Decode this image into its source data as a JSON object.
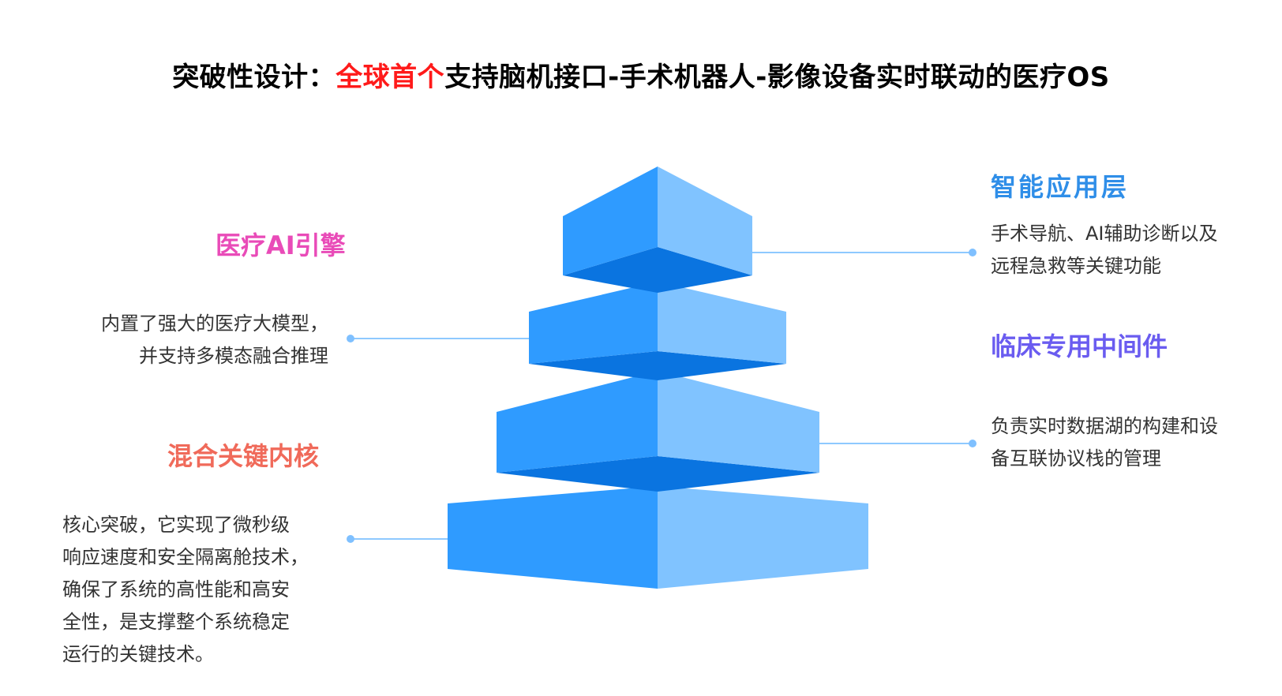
{
  "title": {
    "prefix": "突破性设计：",
    "highlight": "全球首个",
    "suffix": "支持脑机接口-手术机器人-影像设备实时联动的医疗OS"
  },
  "layers": {
    "app": {
      "title": "智能应用层",
      "desc_lines": [
        "手术导航、AI辅助诊断以及",
        "远程急救等关键功能"
      ]
    },
    "ai_engine": {
      "title": "医疗AI引擎",
      "desc_lines": [
        "内置了强大的医疗大模型，",
        "并支持多模态融合推理"
      ]
    },
    "middleware": {
      "title": "临床专用中间件",
      "desc_lines": [
        "负责实时数据湖的构建和设",
        "备互联协议栈的管理"
      ]
    },
    "kernel": {
      "title": "混合关键内核",
      "desc_lines": [
        "核心突破，它实现了微秒级",
        "响应速度和安全隔离舱技术，",
        "确保了系统的高性能和高安",
        "全性，是支撑整个系统稳定",
        "运行的关键技术。"
      ]
    }
  },
  "colors": {
    "title_highlight": "#ff1a1a",
    "app_heading": "#2f8ee8",
    "ai_engine_heading": "#e94bb8",
    "middleware_heading": "#6a5cf0",
    "kernel_heading": "#f06a5a",
    "block_left": "#2f9bff",
    "block_right": "#80c3ff",
    "block_bottom": "#0a74e0",
    "connector": "#8ec9ff"
  }
}
